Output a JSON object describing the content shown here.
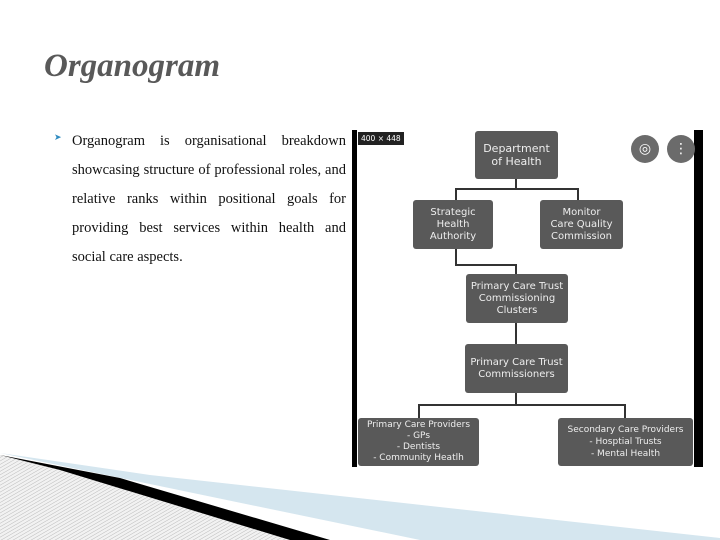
{
  "title": "Organogram",
  "bullet_text": "Organogram is organisational breakdown showcasing structure of professional roles, and relative ranks within positional goals for providing best services within health and social care aspects.",
  "image": {
    "nodes": {
      "dept": "Department\nof Health",
      "sha": "Strategic\nHealth\nAuthority",
      "monitor": "Monitor\nCare Quality\nCommission",
      "clusters": "Primary Care Trust\nCommissioning\nClusters",
      "commissioners": "Primary Care Trust\nCommissioners",
      "primary": "Primary Care Providers\n- GPs\n- Dentists\n- Community Heatlh",
      "secondary": "Secondary Care Providers\n- Hosptial Trusts\n- Mental Health"
    },
    "size_badge": "400 × 448",
    "icons": [
      "lens-icon",
      "more-vert-icon"
    ]
  }
}
